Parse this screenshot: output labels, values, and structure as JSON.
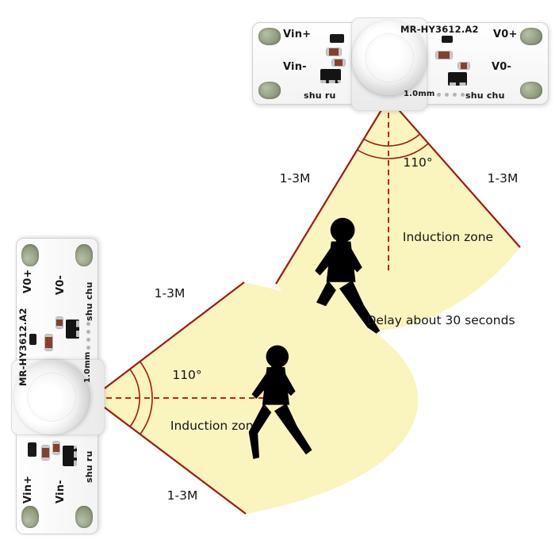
{
  "module": {
    "labels": {
      "vin_plus": "Vin+",
      "vin_minus": "Vin-",
      "vout_plus": "V0+",
      "vout_minus": "V0-",
      "input_pinyin": "shu ru",
      "output_pinyin": "shu chu",
      "model": "MR-HY3612.A2",
      "thickness": "1.0mm"
    }
  },
  "diagram": {
    "top": {
      "range_left": "1-3M",
      "angle": "110°",
      "range_right": "1-3M",
      "zone": "Induction zone",
      "delay": "Delay about 30 seconds"
    },
    "bottom": {
      "range_top": "1-3M",
      "angle": "110°",
      "zone": "Induction zone",
      "range_bottom": "1-3M"
    }
  },
  "icons": {
    "person": "walking-person-silhouette"
  },
  "colors": {
    "cone_fill": "#FAF5BE",
    "cone_edge": "#9B1B10",
    "dashed_line": "#C42315",
    "silhouette": "#000000"
  }
}
